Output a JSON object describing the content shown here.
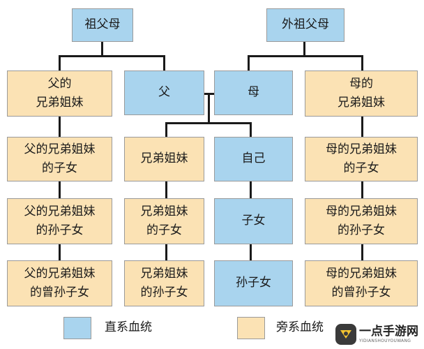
{
  "nodes": {
    "grandparents_paternal": "祖父母",
    "grandparents_maternal": "外祖父母",
    "father_siblings": "父的\n兄弟姐妹",
    "father": "父",
    "mother": "母",
    "mother_siblings": "母的\n兄弟姐妹",
    "father_siblings_children": "父的兄弟姐妹\n的子女",
    "siblings": "兄弟姐妹",
    "self": "自己",
    "mother_siblings_children": "母的兄弟姐妹\n的子女",
    "father_siblings_grandchildren": "父的兄弟姐妹\n的孙子女",
    "siblings_children": "兄弟姐妹\n的子女",
    "children": "子女",
    "mother_siblings_grandchildren": "母的兄弟姐妹\n的孙子女",
    "father_siblings_great_grandchildren": "父的兄弟姐妹\n的曾孙子女",
    "siblings_grandchildren": "兄弟姐妹\n的孙子女",
    "grandchildren": "孙子女",
    "mother_siblings_great_grandchildren": "母的兄弟姐妹\n的曾孙子女"
  },
  "legend": {
    "direct": "直系血统",
    "collateral": "旁系血统"
  },
  "colors": {
    "direct": "#a9d4ee",
    "collateral": "#fbe2b4",
    "line": "#1a1a1a"
  },
  "watermark": {
    "title": "一点手游网",
    "subtitle": "YIDIANSHOUYOUWANG"
  }
}
